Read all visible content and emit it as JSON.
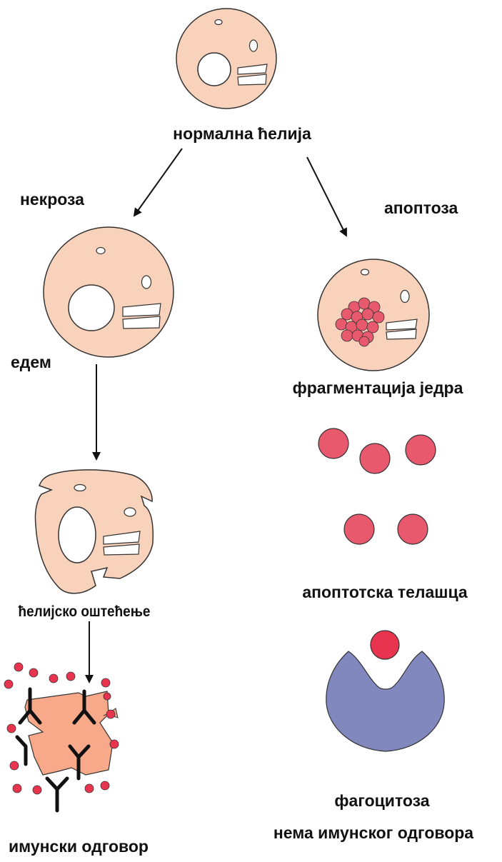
{
  "labels": {
    "normal_cell": "нормална ћелија",
    "necrosis": "некроза",
    "apoptosis": "апоптоза",
    "edema": "едем",
    "nuclear_fragmentation": "фрагментација једра",
    "cell_damage": "ћелијско оштећење",
    "apoptotic_bodies": "апоптотска телашца",
    "phagocytosis": "фагоцитоза",
    "immune_response": "имунски одговор",
    "no_immune_response": "нема имунског одговора"
  },
  "colors": {
    "cytoplasm": "#f9d2bb",
    "damaged_cytoplasm": "#f7a98a",
    "apoptotic_body": "#e8596e",
    "immune_particle": "#e8344f",
    "phagocyte": "#8088be",
    "outline": "#333333"
  }
}
